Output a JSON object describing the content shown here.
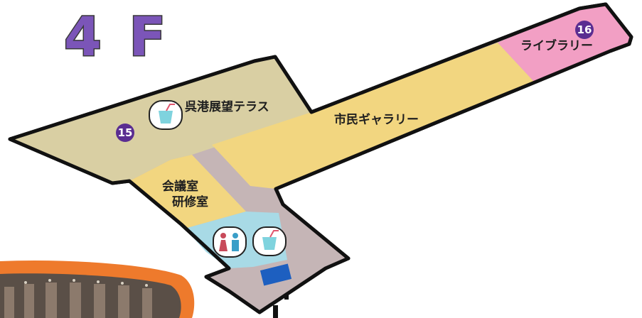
{
  "floor": {
    "title": "4 F"
  },
  "rooms": {
    "terrace": {
      "label": "呉港展望テラス",
      "number": "15"
    },
    "gallery": {
      "label": "市民ギャラリー"
    },
    "conference": {
      "line1": "会議室",
      "line2": "研修室"
    },
    "library": {
      "label": "ライブラリー",
      "number": "16"
    }
  },
  "colors": {
    "terrace": "#d9cfa3",
    "gallery": "#f2d680",
    "library": "#f29fc4",
    "corridor": "#c5b5b6",
    "restroom_area": "#a8dae6",
    "outline": "#111111",
    "badge": "#5a2d91",
    "elevator": "#1d5fc0",
    "photo_frame": "#ee7a2c"
  },
  "icons": {
    "drink_icons": [
      "drink-icon",
      "drink-icon"
    ],
    "restroom": "restroom-icon",
    "elevator": "elevator-marker"
  }
}
